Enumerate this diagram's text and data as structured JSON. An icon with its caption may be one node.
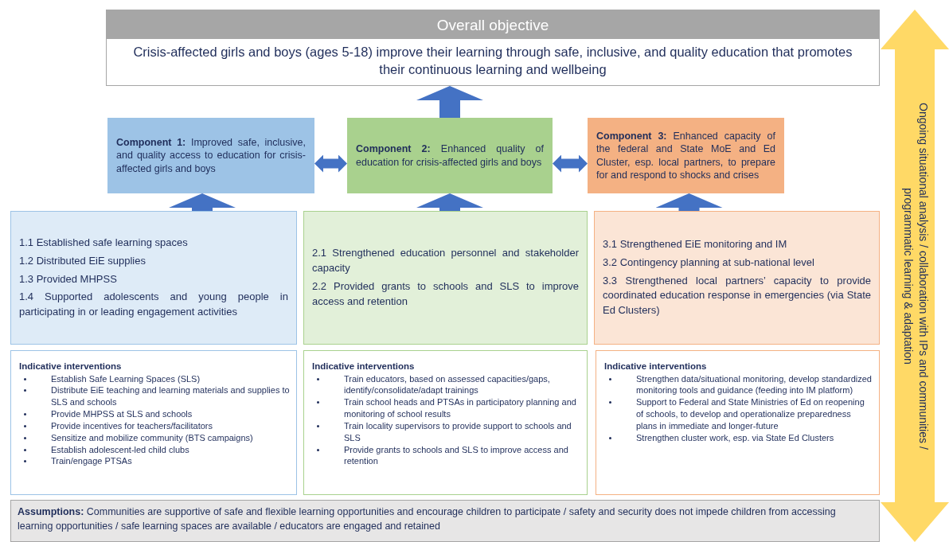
{
  "diagram": {
    "nodes": [
      {
        "text": [
          "Overall objective",
          "Crisis-affected girls and boys (ages 5-18) improve their learning through safe, inclusive, and quality education that promotes their continuous learning and wellbeing"
        ]
      },
      {
        "text": [
          "**Component 1:** Improved safe, inclusive, and quality access to education for crisis-affected girls and boys"
        ]
      },
      {
        "text": [
          "**Component 2:** Enhanced quality of education for crisis-affected girls and boys"
        ]
      },
      {
        "text": [
          "**Component 3:** Enhanced capacity of the federal and State MoE and Ed Cluster, esp. local partners, to prepare for and respond to shocks and crises"
        ]
      },
      {
        "text": [
          "1.1 Established safe learning spaces",
          "1.2 Distributed EiE supplies",
          "1.3 Provided MHPSS",
          "1.4 Supported adolescents and young people in participating in or leading engagement activities"
        ]
      },
      {
        "text": [
          "2.1 Strengthened education personnel and stakeholder capacity",
          "2.2 Provided grants to schools and SLS to improve access and retention"
        ]
      },
      {
        "text": [
          "3.1 Strengthened EiE monitoring and IM",
          "3.2 Contingency planning at sub-national level",
          "3.3 Strengthened local partners’ capacity to provide coordinated education response in emergencies (via State Ed Clusters)"
        ]
      },
      {
        "text": [
          "Indicative interventions",
          "Establish Safe Learning Spaces (SLS)",
          "Distribute EiE teaching and learning materials and supplies to SLS and schools",
          "Provide MHPSS at SLS and schools",
          "Provide incentives for teachers/facilitators",
          "Sensitize and mobilize community (BTS campaigns)",
          "Establish adolescent-led child clubs",
          "Train/engage PTSAs"
        ]
      },
      {
        "text": [
          "Indicative interventions",
          "Train educators, based on assessed capacities/gaps, identify/consolidate/adapt trainings",
          "Train school heads and PTSAs in participatory planning and monitoring of school results",
          "Train locality supervisors to provide support to schools and SLS",
          "Provide grants to schools and SLS to improve access and retention"
        ]
      },
      {
        "text": [
          "Indicative interventions",
          "Strengthen data/situational monitoring, develop standardized monitoring tools and guidance (feeding into IM platform)",
          "Support to Federal and State Ministries of Ed on reopening of schools, to develop and operationalize preparedness plans in immediate and longer-future",
          "Strengthen cluster work, esp. via State Ed Clusters"
        ]
      },
      {
        "text": [
          "**Assumptions:** Communities are supportive of safe and flexible learning opportunities and encourage children to participate / safety and security does not impede children from accessing learning opportunities / safe learning spaces are available / educators are engaged and retained"
        ]
      },
      {
        "text": [
          "Ongoing situational analysis / collaboration with IPs and communities / programmatic learning & adaptation"
        ]
      }
    ],
    "edges": [
      {
        "from": 2,
        "to": 0,
        "arrow": "to"
      },
      {
        "from": 1,
        "to": 2,
        "arrow": "both"
      },
      {
        "from": 2,
        "to": 3,
        "arrow": "both"
      },
      {
        "from": 4,
        "to": 1,
        "arrow": "to"
      },
      {
        "from": 5,
        "to": 2,
        "arrow": "to"
      },
      {
        "from": 6,
        "to": 3,
        "arrow": "to"
      }
    ]
  }
}
